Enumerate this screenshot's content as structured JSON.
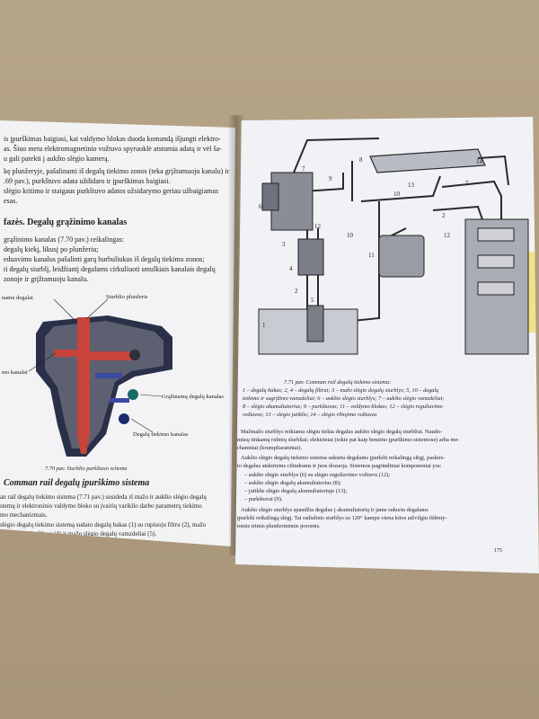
{
  "left_page": {
    "paragraph_top": [
      "is įpurškimas baigiasi, kai valdymo blokas duoda komandą išjungti elektro-",
      "as. Šiuo metu elektromagnetinio vožtuvo spyruoklė atstumia adatą ir vėl ša-",
      "u gali patekti į aukšto slėgio kamerą.",
      "kę plunžeryje, pašalinami iš degalų tiekimo zonos (teka grįžtamuoju kanalu) ir",
      ".69 pav.), purkštuvo adata uždidaro ir įpurškimas baigiasi.",
      "slėgio kritimo ir staigaus purkštuvo adatos užsidarymo geriau užbaigiamas",
      "esas."
    ],
    "heading": "fazės. Degalų grąžinimo kanalas",
    "paragraph_mid": [
      "grąžinimo kanalas (7.70 pav.) reikalingas:",
      "degalų kiekį, likusį po plunžeriu;",
      "eduavimo kanalus pašalinti garų burbuliukus iš degalų tiekimo zonos;",
      "ti degalų siurblį, leidžiantį degalams cirkuliuoti smulkiais kanalais degalų",
      "zonoje ir grįžtamuoju kanalu."
    ],
    "diagram_labels": {
      "top_left": "namu degalai",
      "top_right": "Siurblio plunžeris",
      "mid_left": "mo kanalai",
      "right_1": "Grąžinamų degalų kanalas",
      "right_2": "Degalų tiekimo kanalas"
    },
    "figure_caption": "7.70 pav. Siurblio purkštuvo schema",
    "heading2": "Comman rail degalų įpurškimo sistema",
    "paragraph_bottom": [
      "an rail degalų tiekimo sistema (7.71 pav.) susideda iš mažo ir aukšto slėgio degalų",
      "stemų ir elektroninio valdymo bloko su įvairių variklio darbo parametrų  tiekimo",
      "mo mechanizmais.",
      "slėgio degalų tiekimo sistemą sudaro degalų bakas (1) su rupiuoju filtru (2), mažo",
      "lys (3), degalų filtras (4) ir mažo slėgio degalų vamzdeliai (5)."
    ]
  },
  "right_page": {
    "diagram_numbers": [
      "1",
      "2",
      "3",
      "4",
      "5",
      "6",
      "7",
      "8",
      "9",
      "10",
      "11",
      "12",
      "13",
      "14",
      "7",
      "10",
      "2",
      "12"
    ],
    "figure_caption_title": "7.71 pav. Comman rail degalų tiekimo sistema:",
    "figure_caption_lines": [
      "1 – degalų bakas; 2, 4 – degalų filtrai; 3 – mažo slėgio degalų siurblys; 5, 10 – degalų",
      "tiekimo ir sugrįžimo vamzdeliai; 6 – aukšto slėgio siurblys; 7 – aukšto slėgio vamzdeliai;",
      "8 – slėgio akumuliatorius; 9 – purkštuvas; 11 – valdymo blokas; 12 – slėgio reguliavimo",
      "vožtuvas; 13 – slėgio jutiklis; 14 – slėgio ribojimo vožtuvas"
    ],
    "body_lines": [
      "Mažmažo siurblys reikiamu slėgiu tiekia degalus aukšto slėgio degalų siurbliui. Naudo-",
      "mūsų tinkamų ridinių slurbliai; elektriniai (tokie pat kaip benzino įpurškimo sistemose) arba me-",
      "chaniniai (krumpliaratiniai).",
      "Aukšto slėgio degalų tiekimo sistema sukuria degalams įpurkšti reikalingą slėgį, paskirs-",
      "to degalus atskiriems cilindrams ir juos dozuoja. Sistemos pagrindiniai komponentai yra:",
      "– aukšto slėgio siurblys (6) su slėgio reguliavimo vožtuvu (12);",
      "– aukšto slėgio degalų akumuliatorius (8);",
      "– jutiklis slėgio degalų akumuliatoriuje (13);",
      "– purkštuvai (9).",
      "Aukšto slėgio siurblys spaudžia degalus į akumuliatorių ir jame sukuria degalams",
      "įpurkšti reikalingą slėgį. Tai radialinis siurblys su 120° kampu viena kitos atžvilgiu išdėsty-",
      "tomis trimis plunžerinėmis poromis."
    ],
    "page_number": "175"
  },
  "colors": {
    "table": "#b29f82",
    "page": "#f2f2f5",
    "ink": "#1e1e22",
    "diagram_red": "#c8443a",
    "diagram_blue": "#1a2a6a",
    "diagram_teal": "#1b6a6a",
    "tab_yellow": "#f1e28a"
  }
}
